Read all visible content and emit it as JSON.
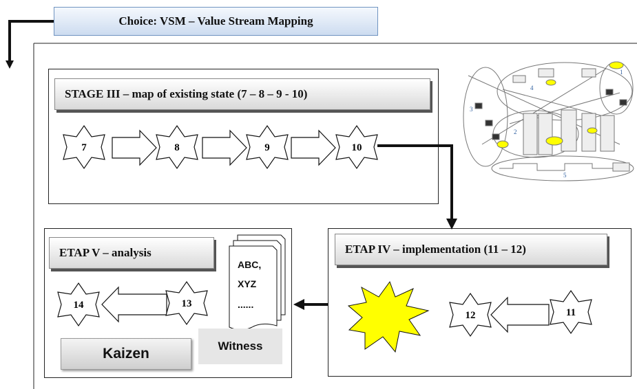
{
  "header": {
    "title": "Choice: VSM – Value Stream Mapping"
  },
  "stage3": {
    "title": "STAGE III – map of existing state (7 – 8 – 9 - 10)",
    "steps": [
      "7",
      "8",
      "9",
      "10"
    ]
  },
  "stage4": {
    "title": "ETAP IV – implementation (11 – 12)",
    "steps": [
      "12",
      "11"
    ]
  },
  "stage5": {
    "title": "ETAP V – analysis",
    "steps": [
      "14",
      "13"
    ],
    "documents": {
      "lines": [
        "ABC,",
        "XYZ",
        "......"
      ]
    },
    "kaizen_label": "Kaizen",
    "witness_label": "Witness"
  },
  "vsm_thumbnail": {
    "numbers": [
      "1",
      "2",
      "3",
      "4",
      "5"
    ]
  },
  "colors": {
    "header_fill": "#cddcf0",
    "burst_fill": "#ffff00",
    "thumb_highlight": "#ffff00"
  }
}
